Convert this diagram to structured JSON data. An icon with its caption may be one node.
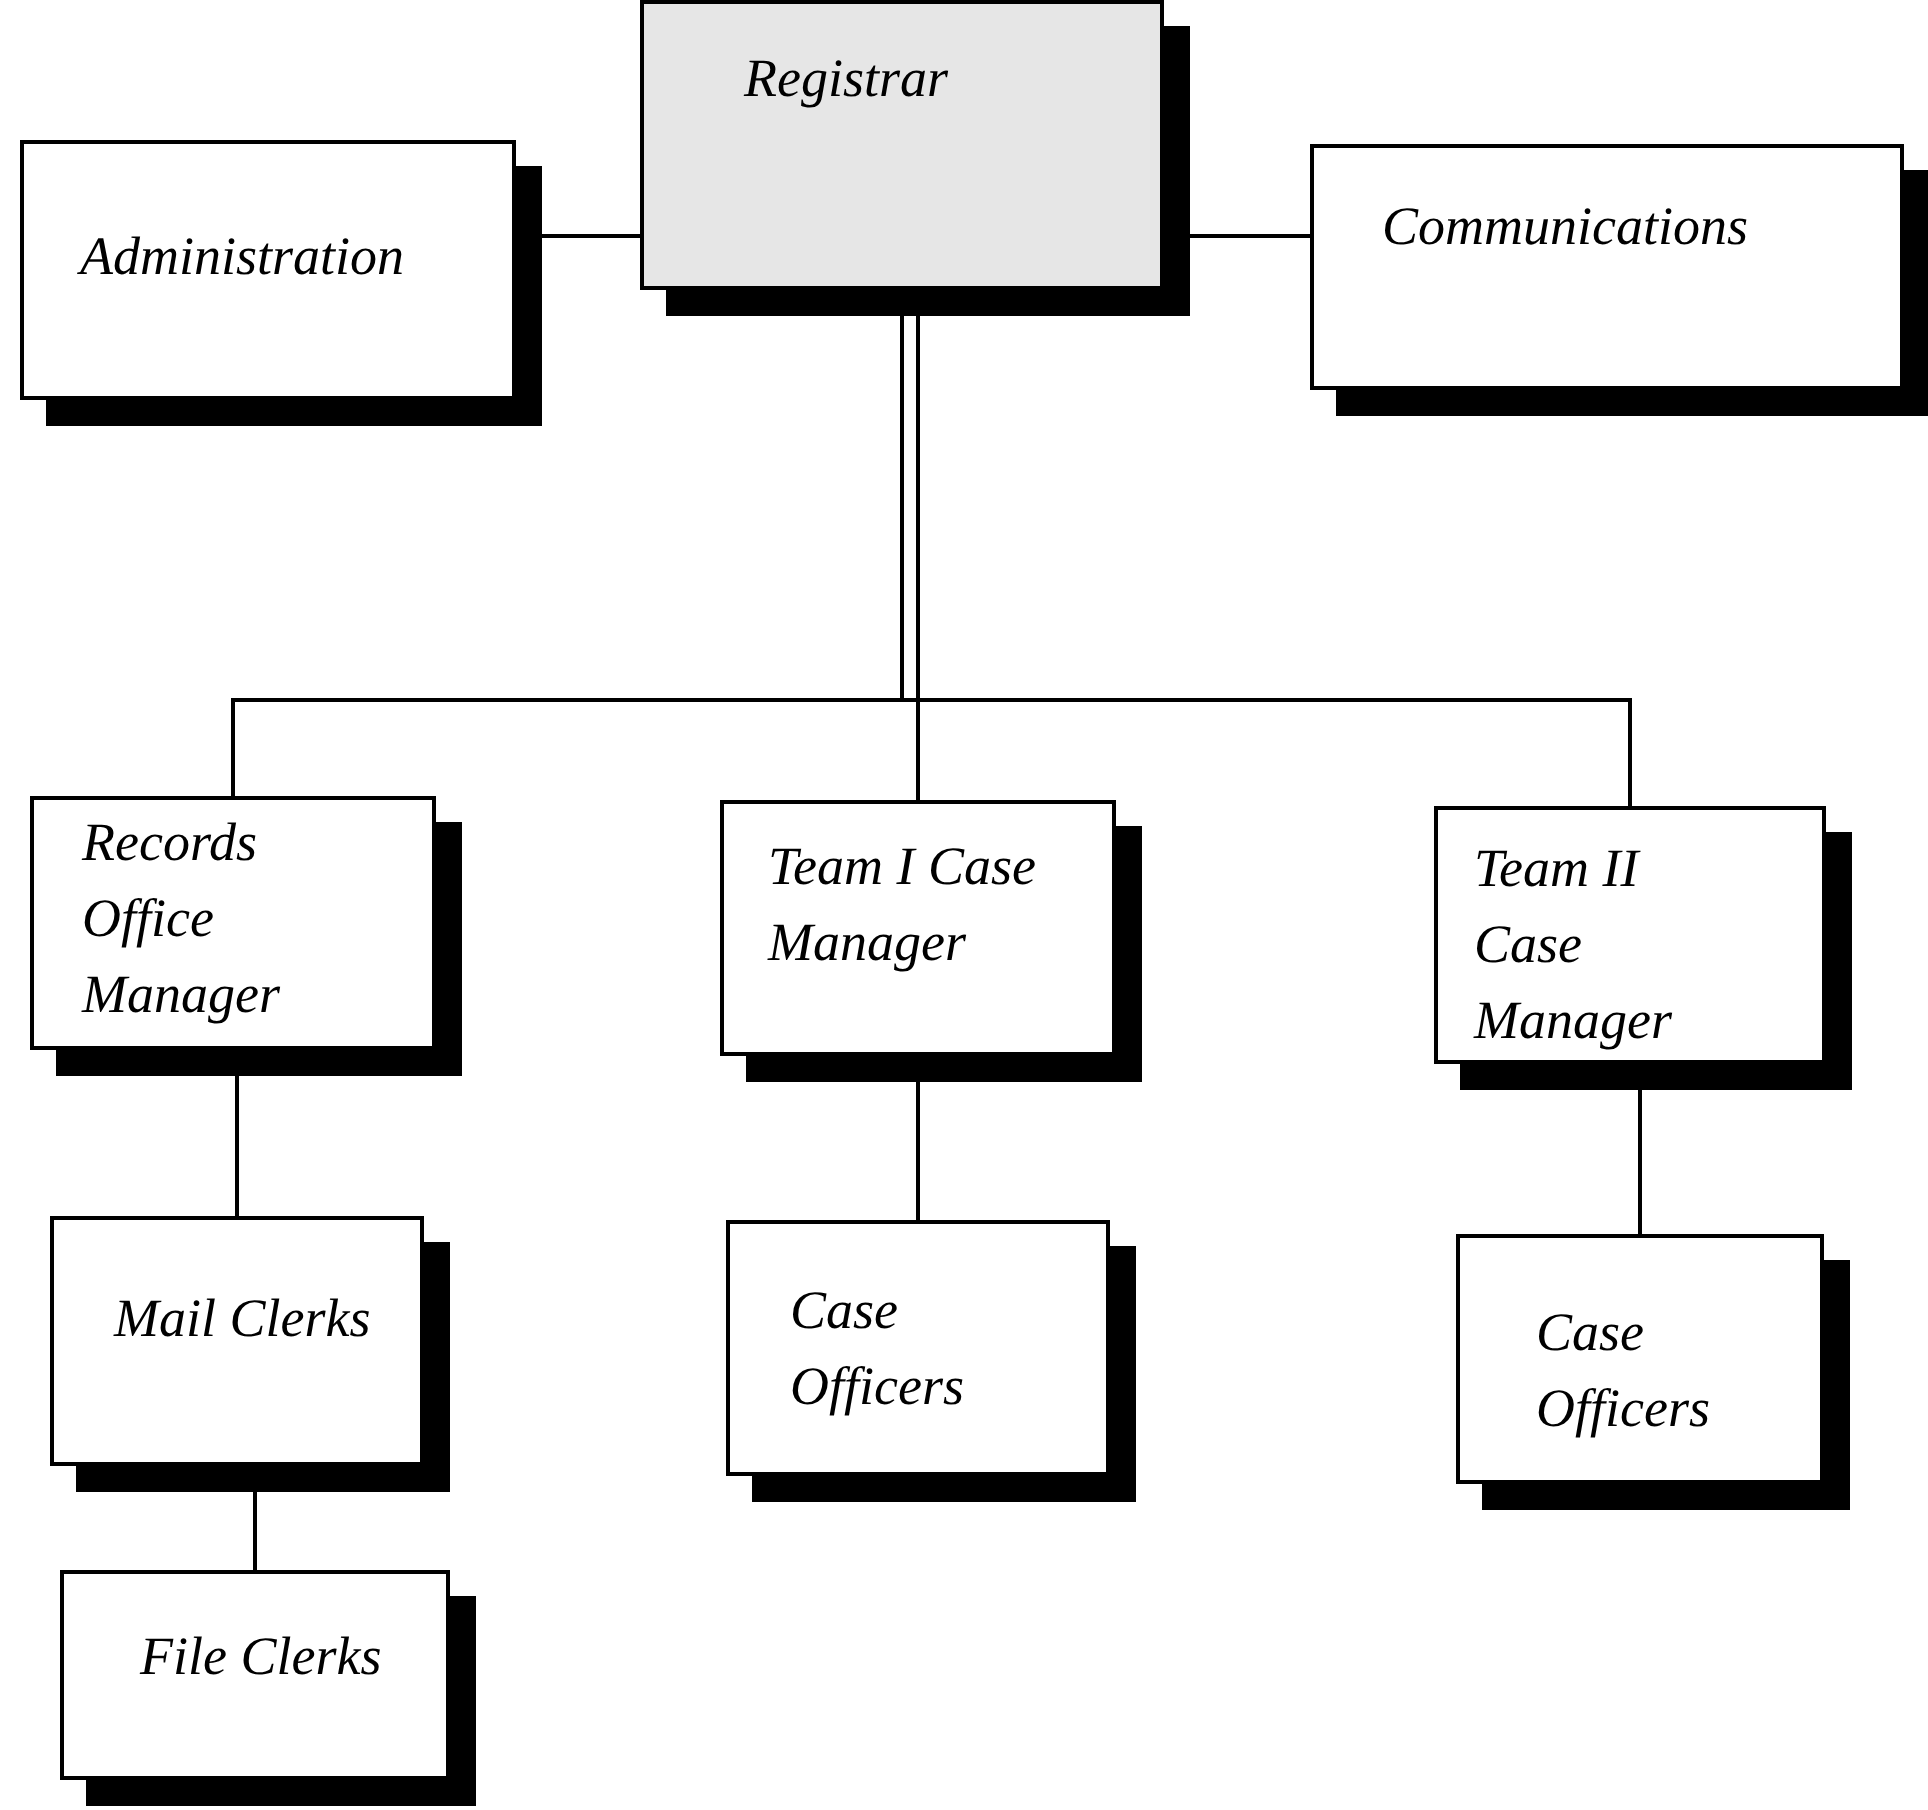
{
  "diagram": {
    "nodes": [
      {
        "text": [
          "Registrar"
        ]
      },
      {
        "text": [
          "Administration"
        ]
      },
      {
        "text": [
          "Communications"
        ]
      },
      {
        "text": [
          "Records Office Manager"
        ]
      },
      {
        "text": [
          "Team I Case Manager"
        ]
      },
      {
        "text": [
          "Team II Case Manager"
        ]
      },
      {
        "text": [
          "Mail Clerks"
        ]
      },
      {
        "text": [
          "Case Officers"
        ]
      },
      {
        "text": [
          "Case Officers"
        ]
      },
      {
        "text": [
          "File Clerks"
        ]
      }
    ],
    "edges": [
      {
        "from": 1,
        "to": 0,
        "arrow": "none"
      },
      {
        "from": 0,
        "to": 2,
        "arrow": "none"
      },
      {
        "from": 0,
        "to": 3,
        "arrow": "none"
      },
      {
        "from": 0,
        "to": 4,
        "arrow": "none"
      },
      {
        "from": 0,
        "to": 5,
        "arrow": "none"
      },
      {
        "from": 3,
        "to": 6,
        "arrow": "none"
      },
      {
        "from": 6,
        "to": 9,
        "arrow": "none"
      },
      {
        "from": 4,
        "to": 7,
        "arrow": "none"
      },
      {
        "from": 5,
        "to": 8,
        "arrow": "none"
      }
    ]
  }
}
